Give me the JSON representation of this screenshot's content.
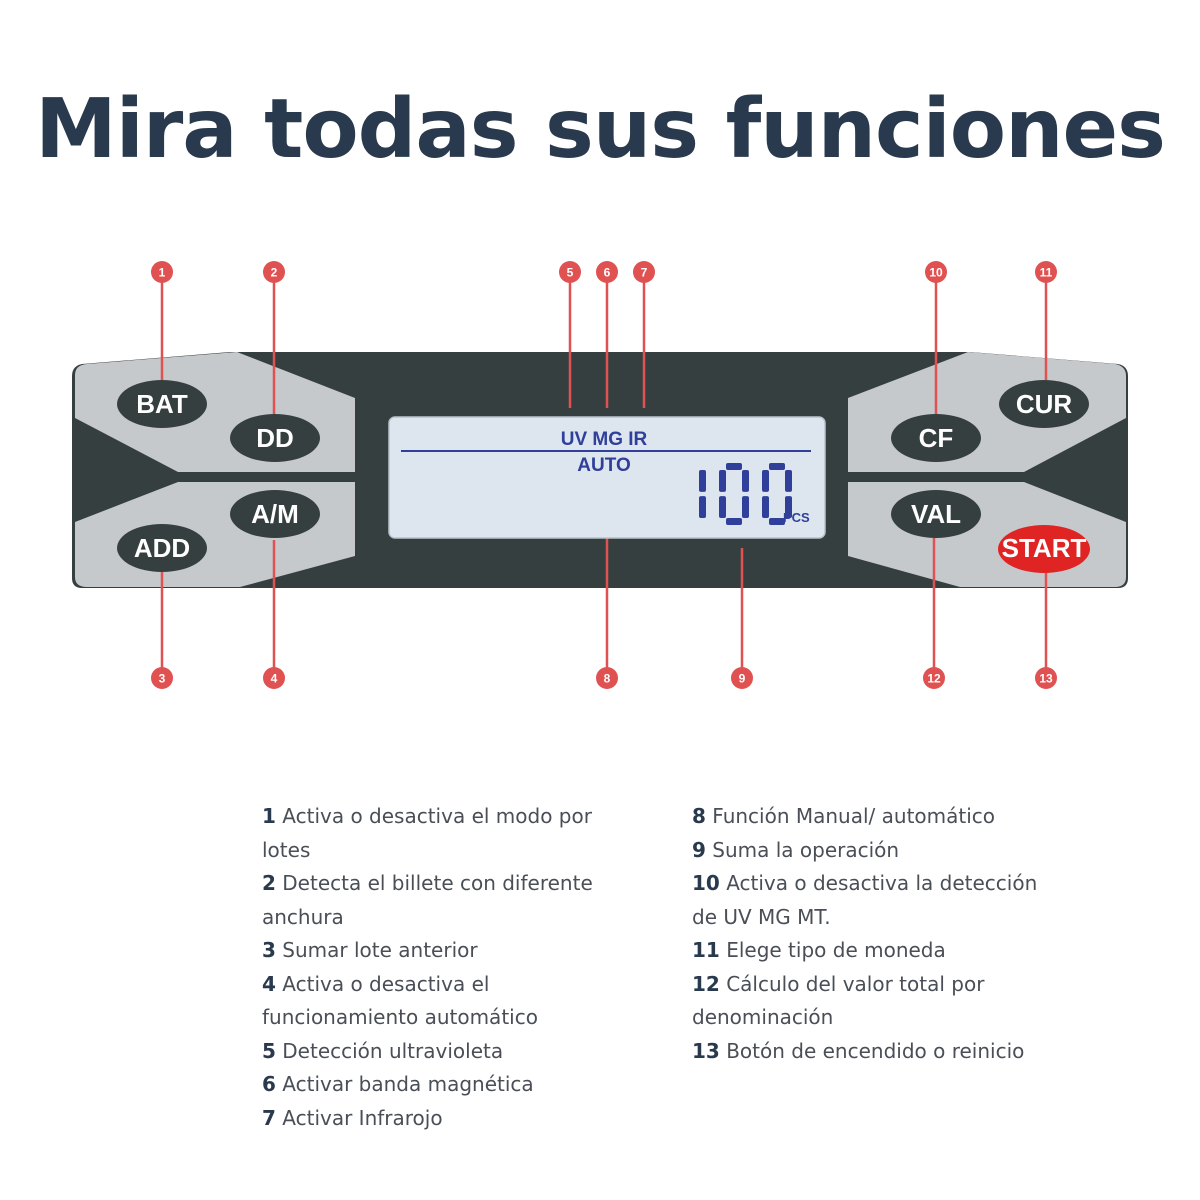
{
  "title": "Mira todas sus funciones",
  "buttons": {
    "bat": "BAT",
    "dd": "DD",
    "am": "A/M",
    "add": "ADD",
    "cf": "CF",
    "cur": "CUR",
    "val": "VAL",
    "start": "START"
  },
  "display": {
    "top_line": "UV MG IR",
    "mode": "AUTO",
    "count": "100",
    "unit": "PCS"
  },
  "markers": [
    "1",
    "2",
    "3",
    "4",
    "5",
    "6",
    "7",
    "8",
    "9",
    "10",
    "11",
    "12",
    "13"
  ],
  "legend": {
    "left": [
      {
        "num": "1",
        "text": "Activa o desactiva el modo por lotes"
      },
      {
        "num": "2",
        "text": "Detecta el billete con diferente anchura"
      },
      {
        "num": "3",
        "text": "Sumar lote anterior"
      },
      {
        "num": "4",
        "text": "Activa o desactiva el funcionamiento automático"
      },
      {
        "num": "5",
        "text": "Detección ultravioleta"
      },
      {
        "num": "6",
        "text": "Activar banda magnética"
      },
      {
        "num": "7",
        "text": "Activar Infrarojo"
      }
    ],
    "right": [
      {
        "num": "8",
        "text": "Función Manual/ automático"
      },
      {
        "num": "9",
        "text": "Suma la operación"
      },
      {
        "num": "10",
        "text": "Activa o desactiva la detección de UV MG MT."
      },
      {
        "num": "11",
        "text": "Elege tipo de moneda"
      },
      {
        "num": "12",
        "text": "Cálculo del valor total por denominación"
      },
      {
        "num": "13",
        "text": "Botón de encendido o reinicio"
      }
    ]
  },
  "colors": {
    "title": "#2a3a4e",
    "panel_dark": "#353f40",
    "panel_light": "#c6c9cc",
    "button": "#353f40",
    "start_button": "#e02424",
    "marker": "#e05252",
    "lcd_bg": "#dde6ef",
    "lcd_text": "#2f3f9a"
  }
}
